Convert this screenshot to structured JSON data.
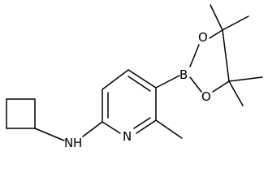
{
  "structure": {
    "atoms": {
      "amine_n": "N",
      "amine_h": "H",
      "ring_n": "N",
      "boron": "B",
      "oxygen_upper": "O",
      "oxygen_lower": "O"
    }
  }
}
